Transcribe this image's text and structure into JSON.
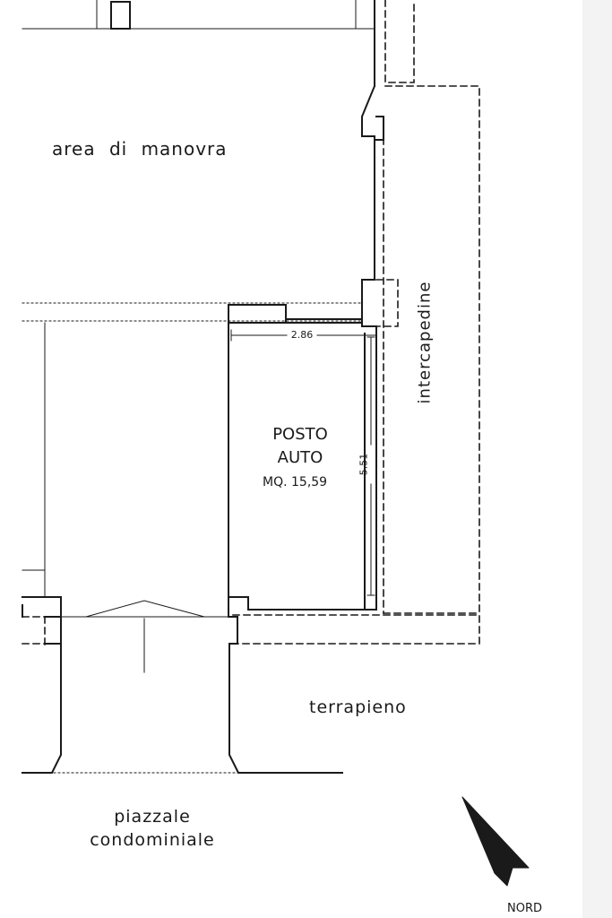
{
  "labels": {
    "area_manovra": "area di manovra",
    "intercapedine": "intercapedine",
    "posto_line1": "POSTO",
    "posto_line2": "AUTO",
    "posto_area": "MQ. 15,59",
    "dim_width": "2.86",
    "dim_length": "5.51",
    "terrapieno": "terrapieno",
    "piazzale_line1": "piazzale",
    "piazzale_line2": "condominiale",
    "nord": "NORD"
  },
  "icons": {
    "north_arrow": "north-arrow-icon"
  },
  "colors": {
    "line": "#1a1a1a",
    "background": "#ffffff",
    "margin_strip": "#f3f3f3"
  }
}
